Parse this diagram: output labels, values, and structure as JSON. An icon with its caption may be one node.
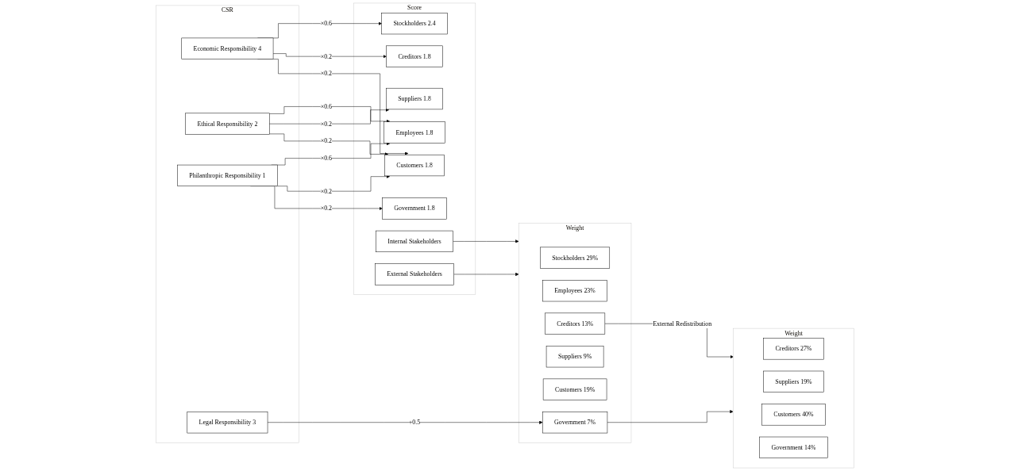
{
  "diagram": {
    "nodes": [
      {
        "text": [
          "CSR"
        ]
      },
      {
        "text": [
          "Economic Responsibility 4"
        ],
        "in": 0
      },
      {
        "text": [
          "Ethical Responsibility 2"
        ],
        "in": 0
      },
      {
        "text": [
          "Philanthropic Responsibility 1"
        ],
        "in": 0
      },
      {
        "text": [
          "Legal Responsibility 3"
        ],
        "in": 0
      },
      {
        "text": [
          "Score"
        ]
      },
      {
        "text": [
          "Stockholders 2.4"
        ],
        "in": 5
      },
      {
        "text": [
          "Employees 1.8"
        ],
        "in": 5
      },
      {
        "text": [
          "Creditors 1.8"
        ],
        "in": 5
      },
      {
        "text": [
          "Suppliers 1.8"
        ],
        "in": 5
      },
      {
        "text": [
          "Customers 1.8"
        ],
        "in": 5
      },
      {
        "text": [
          "Government 1.8"
        ],
        "in": 5
      },
      {
        "text": [
          "Internal Stakeholders"
        ],
        "in": 5
      },
      {
        "text": [
          "External Stakeholders"
        ],
        "in": 5
      },
      {
        "text": [
          "Weight"
        ]
      },
      {
        "text": [
          "Stockholders 29%"
        ],
        "in": 14
      },
      {
        "text": [
          "Employees 23%"
        ],
        "in": 14
      },
      {
        "text": [
          "Creditors 13%"
        ],
        "in": 14
      },
      {
        "text": [
          "Suppliers 9%"
        ],
        "in": 14
      },
      {
        "text": [
          "Customers 19%"
        ],
        "in": 14
      },
      {
        "text": [
          "Government 7%"
        ],
        "in": 14
      },
      {
        "text": [
          "Weight"
        ]
      },
      {
        "text": [
          "Creditors 27%"
        ],
        "in": 21
      },
      {
        "text": [
          "Suppliers 19%"
        ],
        "in": 21
      },
      {
        "text": [
          "Customers 40%"
        ],
        "in": 21
      },
      {
        "text": [
          "Government 14%"
        ],
        "in": 21
      }
    ],
    "edges": [
      {
        "from": 1,
        "to": 6,
        "arrow": "to",
        "label": "×0.6"
      },
      {
        "from": 1,
        "to": 8,
        "arrow": "to",
        "label": "×0.2"
      },
      {
        "from": 1,
        "to": 10,
        "arrow": "to",
        "label": "×0.2"
      },
      {
        "from": 2,
        "to": 7,
        "arrow": "to",
        "label": "×0.6"
      },
      {
        "from": 2,
        "to": 9,
        "arrow": "to",
        "label": "×0.2"
      },
      {
        "from": 2,
        "to": 10,
        "arrow": "to",
        "label": "×0.2"
      },
      {
        "from": 3,
        "to": 7,
        "arrow": "to",
        "label": "×0.6"
      },
      {
        "from": 3,
        "to": 10,
        "arrow": "to",
        "label": "×0.2"
      },
      {
        "from": 3,
        "to": 11,
        "arrow": "to",
        "label": "×0.2"
      },
      {
        "from": 4,
        "to": 20,
        "arrow": "to",
        "label": "+0.5"
      },
      {
        "from": 12,
        "to": 14,
        "arrow": "to"
      },
      {
        "from": 13,
        "to": 14,
        "arrow": "to"
      },
      {
        "from": 17,
        "to": 21,
        "arrow": "to",
        "label": "External Redistribution"
      },
      {
        "from": 20,
        "to": 21,
        "arrow": "to"
      }
    ]
  }
}
